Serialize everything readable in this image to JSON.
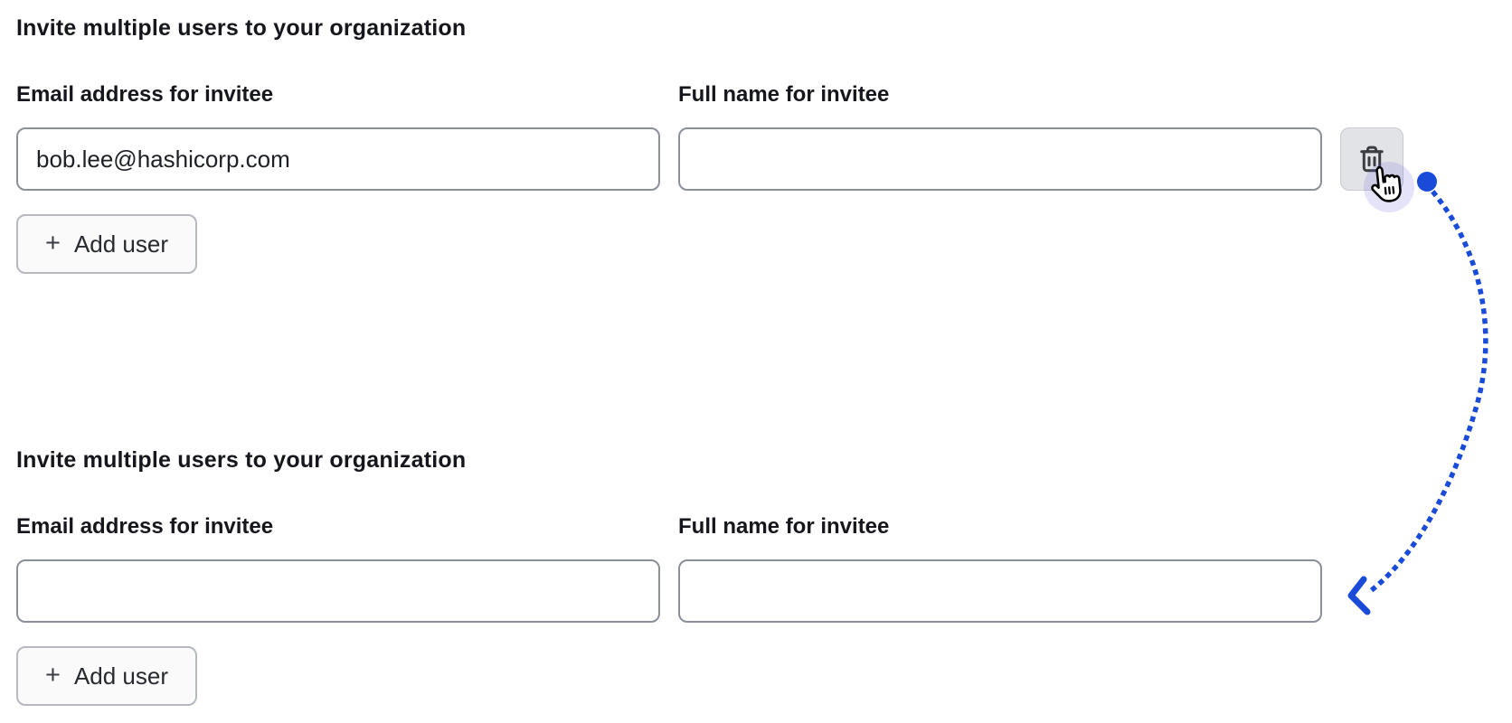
{
  "colors": {
    "accent_blue": "#1a4bd8",
    "text": "#15171c",
    "input_border": "#8b8f98",
    "add_button_border": "#b6b9c0",
    "add_button_bg": "#fafafb",
    "delete_button_bg": "#e2e3e7",
    "cursor_halo": "#6a62e0"
  },
  "sections": [
    {
      "heading": "Invite multiple users to your organization",
      "fields": [
        {
          "label": "Email address for invitee",
          "value": "bob.lee@hashicorp.com"
        },
        {
          "label": "Full name for invitee",
          "value": ""
        }
      ],
      "delete_button": {
        "icon": "trash-icon"
      },
      "add_user": {
        "icon": "+",
        "label": "Add user"
      }
    },
    {
      "heading": "Invite multiple users to your organization",
      "fields": [
        {
          "label": "Email address for invitee",
          "value": ""
        },
        {
          "label": "Full name for invitee",
          "value": ""
        }
      ],
      "add_user": {
        "icon": "+",
        "label": "Add user"
      }
    }
  ],
  "annotation": {
    "cursor_icon": "hand-pointer-icon",
    "arrow_style": "dotted-curve",
    "arrow_from": "delete-row-button",
    "arrow_to": "second-form-row"
  }
}
